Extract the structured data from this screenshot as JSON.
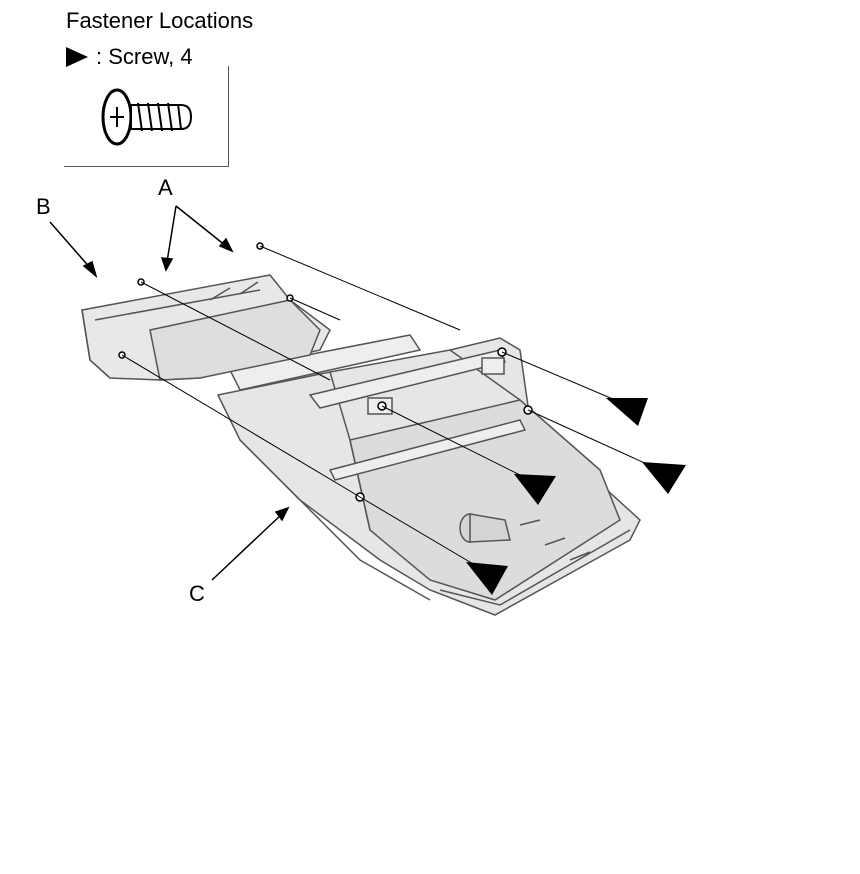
{
  "legend": {
    "title": "Fastener Locations",
    "fastener_label": ": Screw, 4",
    "fastener_icon": "screw-icon"
  },
  "callouts": {
    "a": "A",
    "b": "B",
    "c": "C"
  },
  "colors": {
    "part_fill": "#e6e6e6",
    "part_stroke": "#555555",
    "arrow": "#000000"
  }
}
